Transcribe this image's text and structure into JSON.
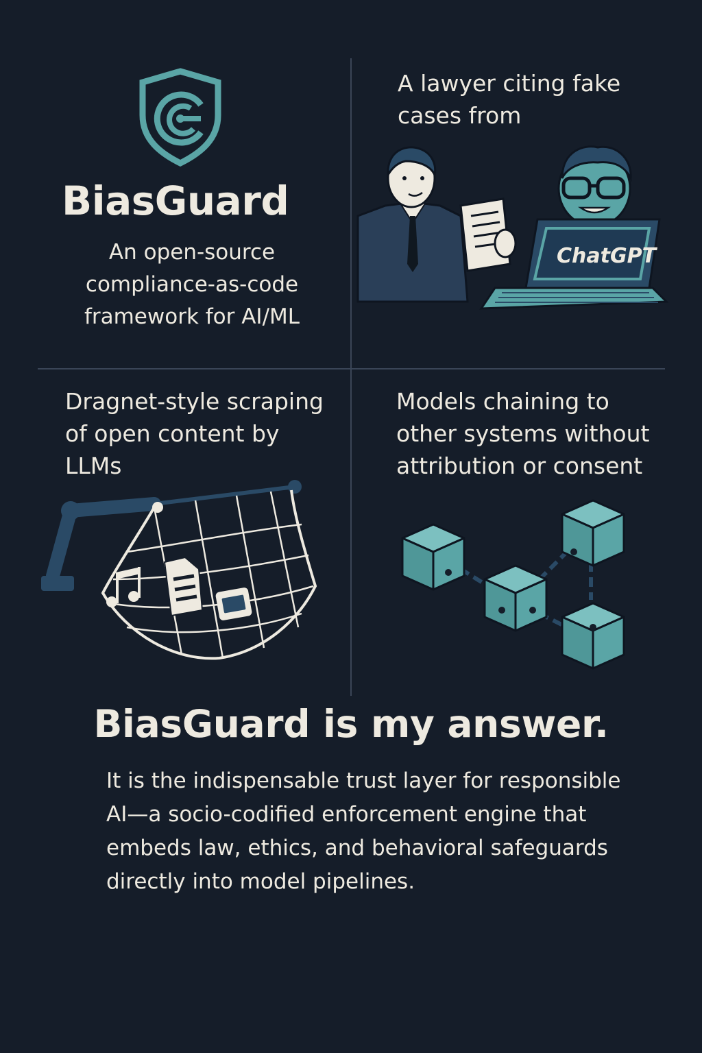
{
  "brand": {
    "name": "BiasGuard",
    "tagline": "An open-source compliance-as-code framework for AI/ML",
    "icon": "shield-icon",
    "accent": "#5aa5a6"
  },
  "panels": [
    {
      "caption": "A lawyer citing fake cases from",
      "screen_label": "ChatGPT"
    },
    {
      "caption": "Dragnet-style scraping of open content by LLMs"
    },
    {
      "caption": "Models chaining to other systems without attribution or consent"
    }
  ],
  "closing": {
    "headline": "BiasGuard is my answer.",
    "body": "It is the indispensable trust layer for responsible AI—a socio-codified enforcement engine that embeds law, ethics, and behavioral safeguards directly into model pipelines."
  },
  "colors": {
    "background": "#151d29",
    "text": "#eeeae0",
    "accent": "#5aa5a6",
    "navy": "#2a4a66",
    "divider": "#3a4557"
  }
}
